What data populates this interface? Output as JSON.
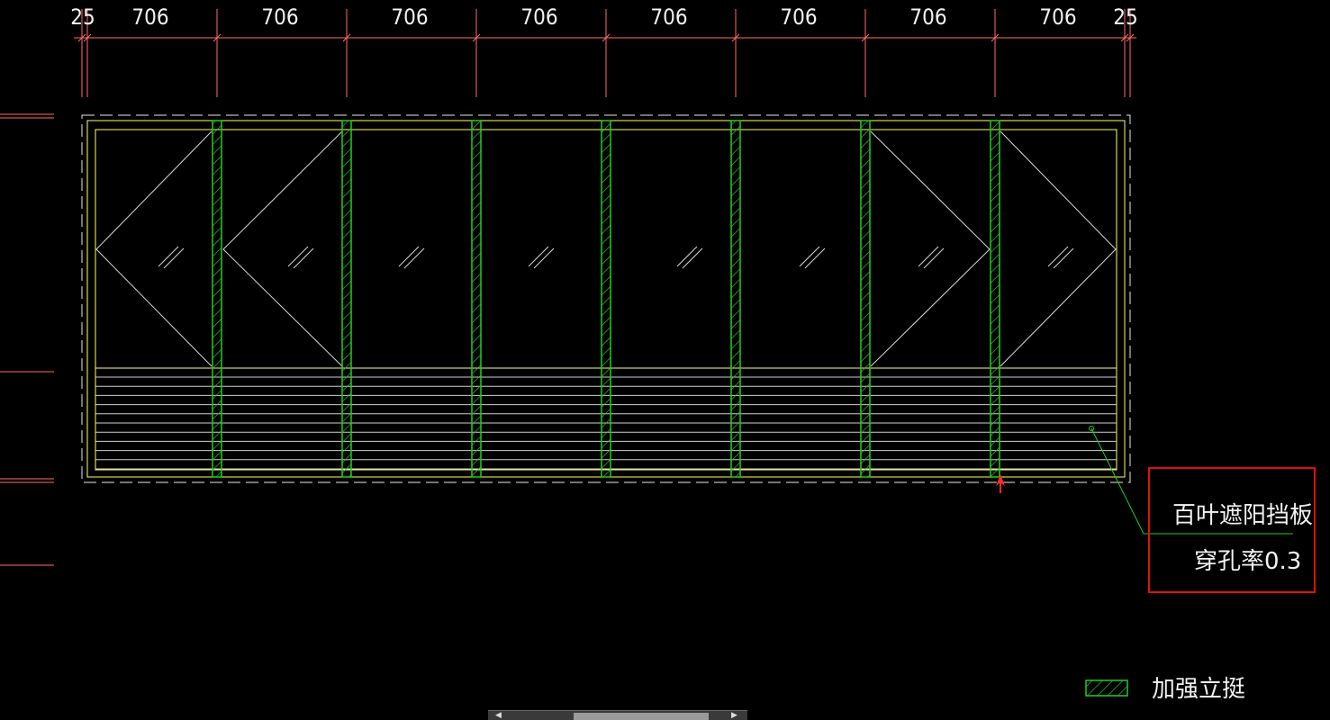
{
  "dimensions": {
    "labels": [
      "25",
      "706",
      "706",
      "706",
      "706",
      "706",
      "706",
      "706",
      "706",
      "25"
    ]
  },
  "annotation": {
    "line1": "百叶遮阳挡板",
    "line2": "穿孔率0.3"
  },
  "legend": {
    "label": "加强立挺"
  },
  "colors": {
    "background": "#000000",
    "dimension_line": "#ff6b6b",
    "frame_outer": "#e8e8e8",
    "frame_inner": "#ffff66",
    "mullion": "#22cc22",
    "callout_box": "#e01010",
    "leader": "#22cc22",
    "text": "#f2f2f2"
  }
}
